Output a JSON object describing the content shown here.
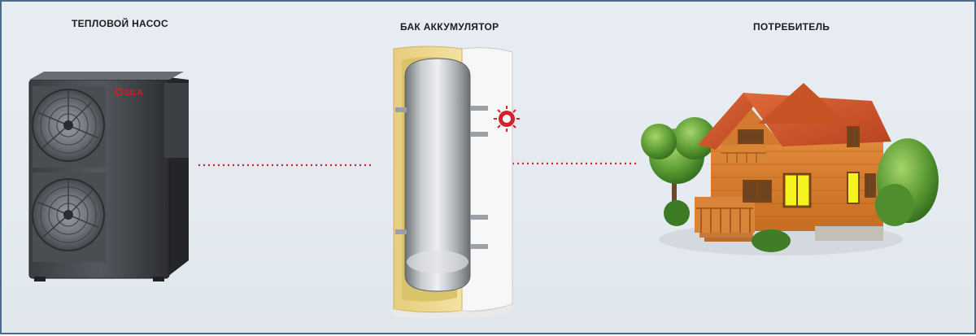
{
  "labels": {
    "heat_pump": "ТЕПЛОВОЙ НАСОС",
    "tank": "БАК АККУМУЛЯТОР",
    "consumer": "ПОТРЕБИТЕЛЬ"
  },
  "brand": "SILA",
  "colors": {
    "background": "#e4eaf0",
    "border": "#4d6a86",
    "connector": "#d0232a"
  }
}
